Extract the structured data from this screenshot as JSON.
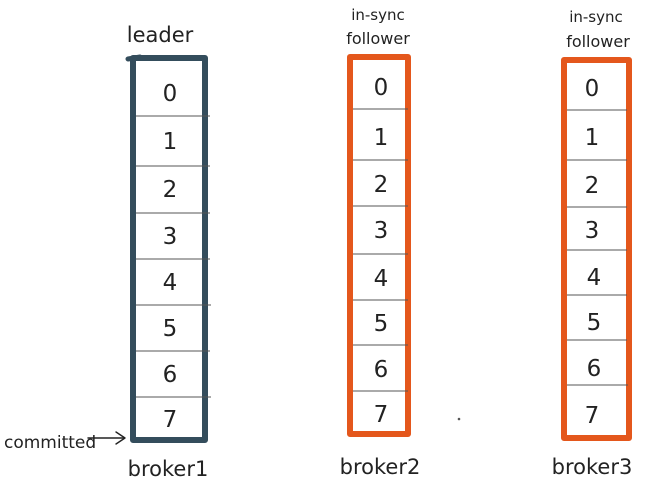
{
  "diagram": {
    "brokers": [
      {
        "name": "broker1",
        "role": "leader",
        "border_color": "#344d5c",
        "offsets": [
          "0",
          "1",
          "2",
          "3",
          "4",
          "5",
          "6",
          "7"
        ]
      },
      {
        "name": "broker2",
        "role_line1": "in-sync",
        "role_line2": "follower",
        "border_color": "#e4571c",
        "offsets": [
          "0",
          "1",
          "2",
          "3",
          "4",
          "5",
          "6",
          "7"
        ]
      },
      {
        "name": "broker3",
        "role_line1": "in-sync",
        "role_line2": "follower",
        "border_color": "#e4571c",
        "offsets": [
          "0",
          "1",
          "2",
          "3",
          "4",
          "5",
          "6",
          "7"
        ]
      }
    ],
    "annotation": {
      "label": "committed",
      "arrow_icon": "right-arrow-icon"
    }
  }
}
